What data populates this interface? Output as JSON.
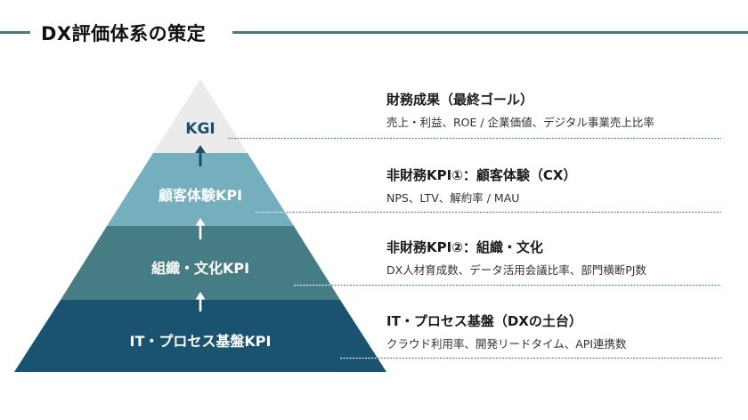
{
  "header": {
    "title": "DX評価体系の策定",
    "line_color": "#4e7880"
  },
  "pyramid": {
    "levels": [
      {
        "label": "KGI",
        "color": "#ebebeb",
        "text_color": "#1d4f6a"
      },
      {
        "label": "顧客体験KPI",
        "color": "#75aebd",
        "text_color": "#ffffff"
      },
      {
        "label": "組織・文化KPI",
        "color": "#467c83",
        "text_color": "#ffffff"
      },
      {
        "label": "IT・プロセス基盤KPI",
        "color": "#19536f",
        "text_color": "#ffffff"
      }
    ],
    "arrow_icon": "arrow-up"
  },
  "descriptions": [
    {
      "heading": "財務成果（最終ゴール）",
      "detail": "売上・利益、ROE / 企業価値、デジタル事業売上比率"
    },
    {
      "heading": "非財務KPI①：顧客体験（CX）",
      "detail": "NPS、LTV、解約率 / MAU"
    },
    {
      "heading": "非財務KPI②：組織・文化",
      "detail": "DX人材育成数、データ活用会議比率、部門横断PJ数"
    },
    {
      "heading": "IT・プロセス基盤（DXの土台）",
      "detail": "クラウド利用率、開発リードタイム、API連携数"
    }
  ]
}
